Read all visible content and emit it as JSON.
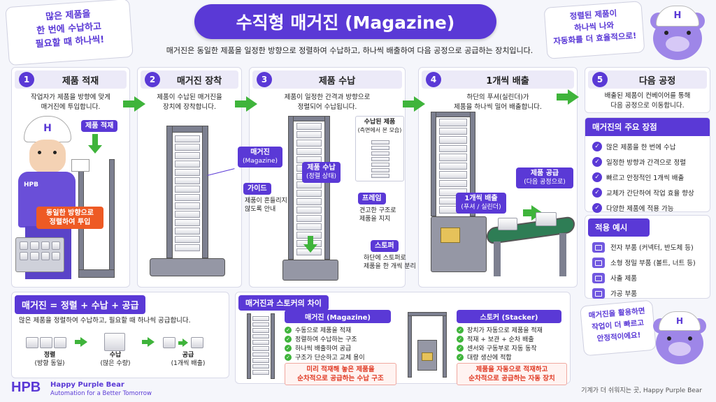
{
  "title": "수직형 매거진 (Magazine)",
  "subtitle": "매거진은 동일한 제품을 일정한 방향으로 정렬하여 수납하고, 하나씩 배출하여 다음 공정으로 공급하는 장치입니다.",
  "callout_left": [
    "많은 제품을",
    "한 번에 수납하고",
    "필요할 때 하나씩!"
  ],
  "callout_right": [
    "정렬된 제품이",
    "하나씩 나와",
    "자동화를 더 효율적으로!"
  ],
  "steps": [
    {
      "num": "1",
      "title": "제품 적재",
      "desc": [
        "작업자가 제품을 방향에 맞게",
        "매거진에 투입합니다."
      ]
    },
    {
      "num": "2",
      "title": "매거진 장착",
      "desc": [
        "제품이 수납된 매거진을",
        "장치에 장착합니다."
      ]
    },
    {
      "num": "3",
      "title": "제품 수납",
      "desc": [
        "제품이 일정한 간격과 방향으로",
        "정렬되어 수납됩니다."
      ]
    },
    {
      "num": "4",
      "title": "1개씩 배출",
      "desc": [
        "하단의 푸셔(실린더)가",
        "제품을 하나씩 밀어 배출합니다."
      ]
    },
    {
      "num": "5",
      "title": "다음 공정",
      "desc": [
        "배출된 제품이 컨베이어를 통해",
        "다음 공정으로 이동합니다."
      ]
    }
  ],
  "labels": {
    "step1_tag": "제품 적재",
    "step1_red": [
      "동일한 방향으로",
      "정렬하여 투입"
    ],
    "helmet": "H",
    "vest": "HPB",
    "magazine_tag": "매거진",
    "magazine_tag_sub": "(Magazine)",
    "stored_label": "수납된 제품",
    "stored_label_sub": "(측면에서 본 모습)",
    "storage_tag": "제품 수납",
    "storage_tag_sub": "(정렬 상태)",
    "guide_tag": "가이드",
    "guide_note": [
      "제품이 흔들리지",
      "않도록 안내"
    ],
    "frame_tag": "프레임",
    "frame_note": [
      "견고한 구조로",
      "제품을 지지"
    ],
    "stopper_tag": "스토퍼",
    "stopper_note": [
      "하단에 스토퍼로",
      "제품을 한 개씩 분리"
    ],
    "eject_tag": "1개씩 배출",
    "eject_tag_sub": "(푸셔 / 실린더)",
    "supply_tag": "제품 공급",
    "supply_tag_sub": "(다음 공정으로)"
  },
  "advantages": {
    "title": "매거진의 주요 장점",
    "items": [
      "많은 제품을 한 번에 수납",
      "일정한 방향과 간격으로 정렬",
      "빠르고 안정적인 1개씩 배출",
      "교체가 간단하여 작업 효율 향상",
      "다양한 제품에 적용 가능"
    ]
  },
  "examples": {
    "title": "적용 예시",
    "items": [
      "전자 부품 (커넥터, 반도체 등)",
      "소형 정밀 부품 (볼트, 너트 등)",
      "사출 제품",
      "가공 부품"
    ]
  },
  "formula": {
    "title": "매거진 = 정렬 + 수납 + 공급",
    "desc": "많은 제품을 정렬하여 수납하고, 필요할 때 하나씩 공급합니다.",
    "parts": [
      {
        "name": "정렬",
        "sub": "(방향 동일)"
      },
      {
        "name": "수납",
        "sub": "(많은 수량)"
      },
      {
        "name": "공급",
        "sub": "(1개씩 배출)"
      }
    ]
  },
  "compare": {
    "title": "매거진과 스토커의 차이",
    "magazine": {
      "title": "매거진 (Magazine)",
      "items": [
        "수동으로 제품을 적재",
        "정렬하여 수납하는 구조",
        "하나씩 배출하여 공급",
        "구조가 단순하고 교체 용이"
      ],
      "summary": [
        "미리 적재해 놓은 제품을",
        "순차적으로 공급하는 수납 구조"
      ]
    },
    "stacker": {
      "title": "스토커 (Stacker)",
      "items": [
        "장치가 자동으로 제품을 적재",
        "적재 + 보관 + 순차 배출",
        "센서와 구동부로 자동 동작",
        "대량 생산에 적합"
      ],
      "summary": [
        "제품을 자동으로 적재하고",
        "순차적으로 공급하는 자동 장치"
      ]
    }
  },
  "bear_callout": [
    "매거진을 활용하면",
    "작업이 더 빠르고",
    "안정적이에요!"
  ],
  "footer": {
    "logo": "HPB",
    "brand": "Happy Purple Bear",
    "slogan": "Automation for a Better Tomorrow",
    "right": "기계가 더 쉬워지는 곳, Happy Purple Bear"
  },
  "colors": {
    "accent": "#5a39d6",
    "arrow": "#3fb43b",
    "warning": "#ee5a24"
  }
}
